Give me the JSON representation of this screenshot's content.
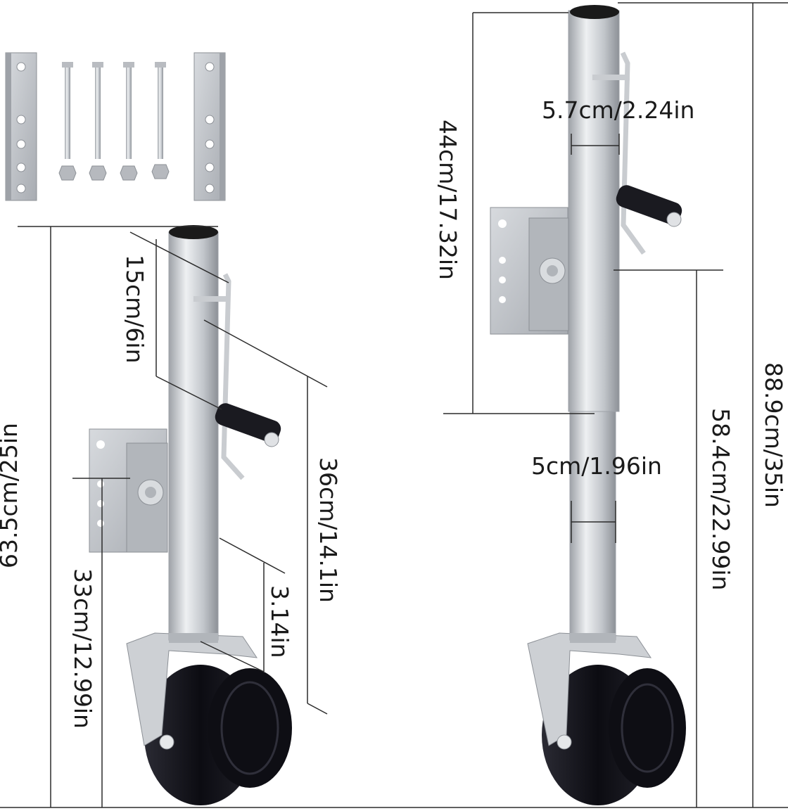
{
  "colors": {
    "metal": "#c9ccd0",
    "metal_dark": "#8c9096",
    "wheel": "#15151c",
    "line": "#2b2b2b",
    "text": "#1a1a1a"
  },
  "labels": {
    "left_total_height": "63.5cm/25in",
    "left_lower_height": "33cm/12.99in",
    "left_top_offset": "15cm/6in",
    "left_tube_length": "36cm/14.1in",
    "left_tube_diameter": "3.14in",
    "right_upper_height": "44cm/17.32in",
    "right_outer_diameter": "5.7cm/2.24in",
    "right_inner_diameter": "5cm/1.96in",
    "right_lower_height": "58.4cm/22.99in",
    "right_total_height": "88.9cm/35in"
  }
}
